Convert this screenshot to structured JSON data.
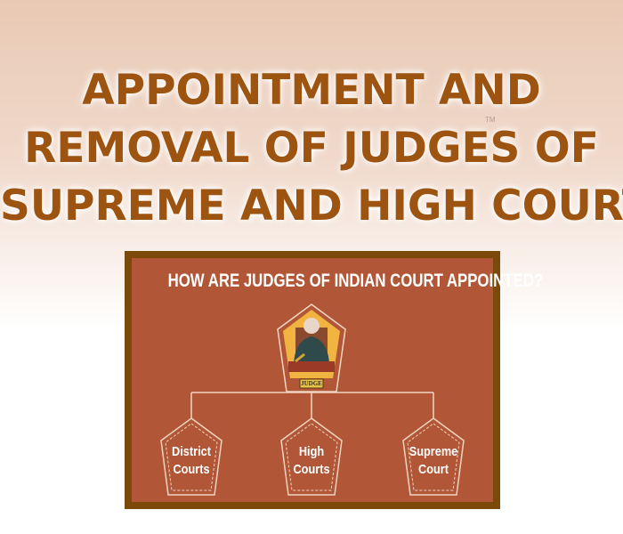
{
  "headline": {
    "lines": [
      "APPOINTMENT AND",
      "REMOVAL OF JUDGES OF",
      "SUPREME AND HIGH COURT"
    ],
    "trademark": "TM"
  },
  "diagram": {
    "title": "HOW ARE JUDGES OF INDIAN COURT APPOINTED?",
    "root": {
      "label": "JUDGE"
    },
    "children": [
      {
        "line1": "District",
        "line2": "Courts"
      },
      {
        "line1": "High",
        "line2": "Courts"
      },
      {
        "line1": "Supreme",
        "line2": "Court"
      }
    ]
  },
  "colors": {
    "headline": "#9e5411",
    "panel": "#b15737",
    "border": "#7b4a0b"
  }
}
